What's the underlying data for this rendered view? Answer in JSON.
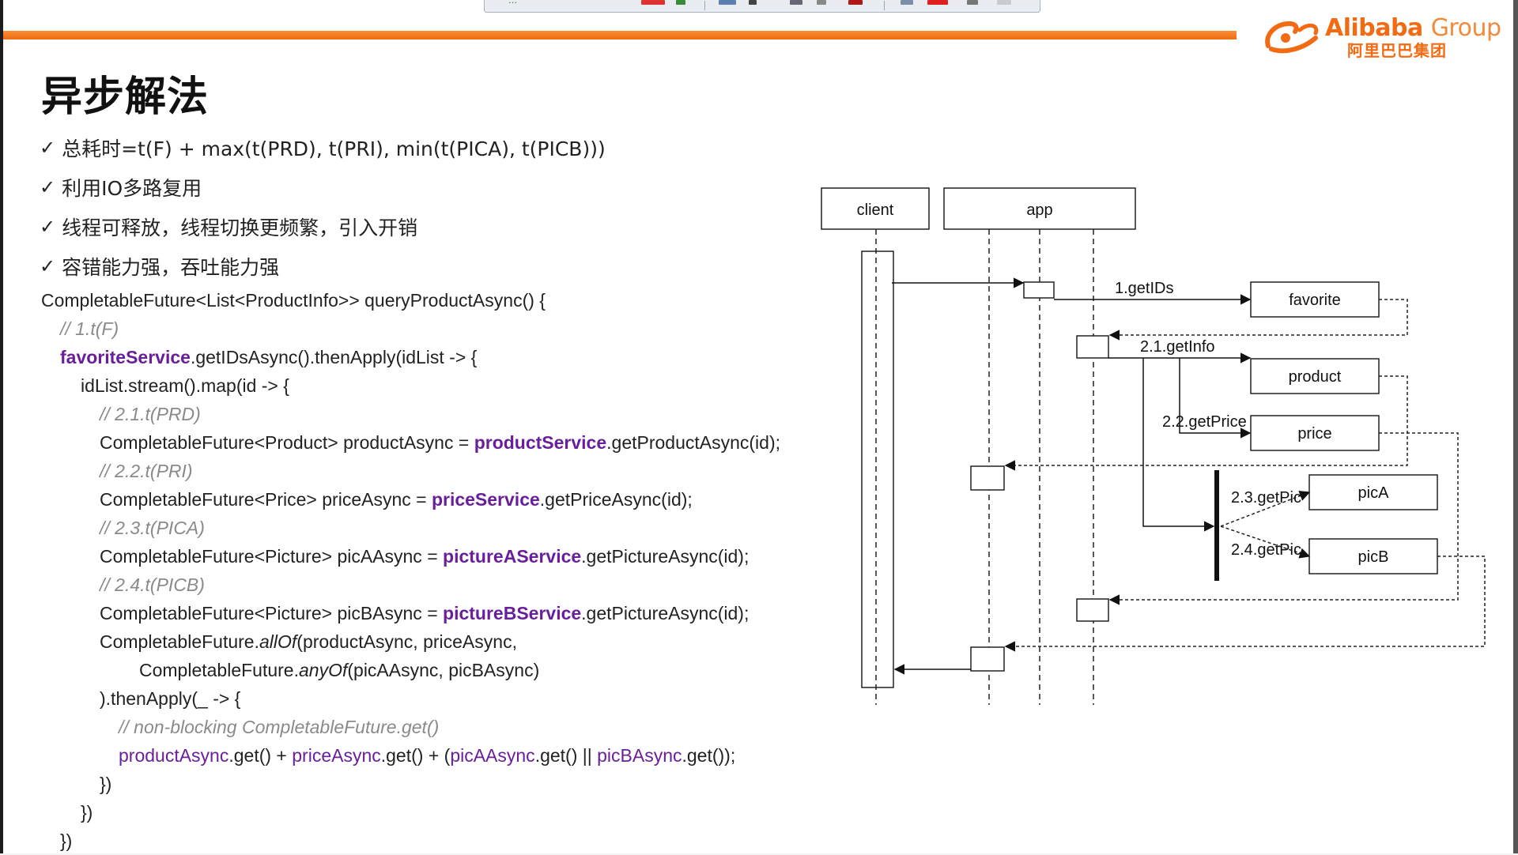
{
  "slide": {
    "title": "异步解法",
    "logo": {
      "brand": "Alibaba",
      "group": "Group",
      "cn": "阿里巴巴集团"
    },
    "bullets": [
      "总耗时=t(F) + max(t(PRD), t(PRI), min(t(PICA), t(PICB)))",
      "利用IO多路复用",
      "线程可释放，线程切换更频繁，引入开销",
      "容错能力强，吞吐能力强"
    ],
    "bullet_mark": "✓",
    "code": {
      "l1": "CompletableFuture<List<ProductInfo>> queryProductAsync() {",
      "l2": "// 1.t(F)",
      "l3": {
        "a": "favoriteService",
        "b": ".getIDsAsync().thenApply(idList -> {"
      },
      "l4": "idList.stream().map(id -> {",
      "l5": "// 2.1.t(PRD)",
      "l6": {
        "a": "CompletableFuture<Product> productAsync = ",
        "b": "productService",
        "c": ".getProductAsync(id);"
      },
      "l7": "// 2.2.t(PRI)",
      "l8": {
        "a": "CompletableFuture<Price> priceAsync = ",
        "b": "priceService",
        "c": ".getPriceAsync(id);"
      },
      "l9": "// 2.3.t(PICA)",
      "l10": {
        "a": "CompletableFuture<Picture> picAAsync = ",
        "b": "pictureAService",
        "c": ".getPictureAsync(id);"
      },
      "l11": "// 2.4.t(PICB)",
      "l12": {
        "a": "CompletableFuture<Picture> picBAsync = ",
        "b": "pictureBService",
        "c": ".getPictureAsync(id);"
      },
      "l13": {
        "a": "CompletableFuture.",
        "b": "allOf",
        "c": "(productAsync, priceAsync,"
      },
      "l14": {
        "a": "CompletableFuture.",
        "b": "anyOf",
        "c": "(picAAsync, picBAsync)"
      },
      "l15": ").thenApply(_ -> {",
      "l16": "// non-blocking CompletableFuture.get()",
      "l17": {
        "a": "productAsync",
        "b": ".get() + ",
        "c": "priceAsync",
        "d": ".get() + (",
        "e": "picAAsync",
        "f": ".get() || ",
        "g": "picBAsync",
        "h": ".get());"
      },
      "l18": "})",
      "l19": "})",
      "l20": "})"
    },
    "diagram": {
      "participants": {
        "client": "client",
        "app": "app"
      },
      "services": {
        "favorite": "favorite",
        "product": "product",
        "price": "price",
        "picA": "picA",
        "picB": "picB"
      },
      "messages": {
        "getIDs": "1.getIDs",
        "getInfo": "2.1.getInfo",
        "getPrice": "2.2.getPrice",
        "getPicA": "2.3.getPic",
        "getPicB": "2.4.getPic"
      }
    }
  },
  "presenter_toolbar": {
    "label": "…"
  }
}
